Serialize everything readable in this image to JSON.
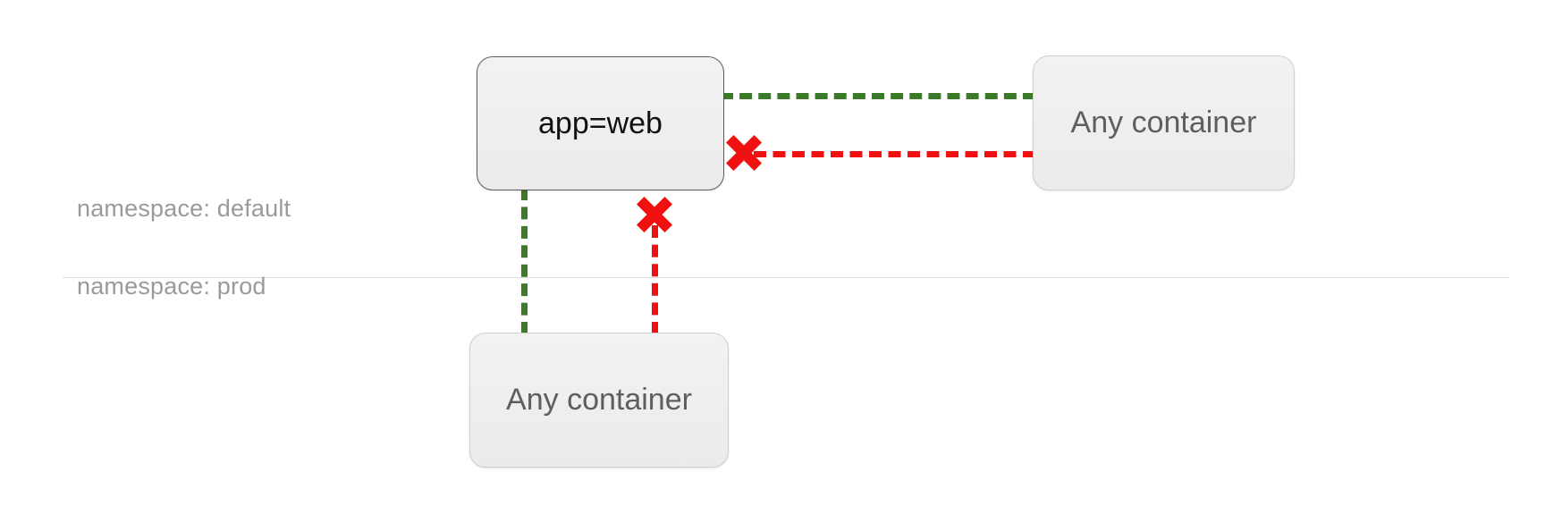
{
  "diagram": {
    "title": "kubernetes-network-policy-namespace-diagram",
    "colors": {
      "allow": "#3b7a28",
      "deny": "#f01010",
      "node_fill": "#efefef",
      "node_border_primary": "#5c5c5c",
      "node_border_secondary": "#cfcfcf",
      "label_text": "#9a9a9a",
      "divider": "#dcdcdc",
      "background": "#ffffff"
    },
    "namespaces": [
      {
        "id": "default",
        "label": "namespace: default"
      },
      {
        "id": "prod",
        "label": "namespace: prod"
      }
    ],
    "nodes": [
      {
        "id": "selector",
        "label": "app=web",
        "namespace": "default",
        "role": "primary"
      },
      {
        "id": "peer-default",
        "label": "Any container",
        "namespace": "default",
        "role": "secondary"
      },
      {
        "id": "peer-prod",
        "label": "Any container",
        "namespace": "prod",
        "role": "secondary"
      }
    ],
    "edges": [
      {
        "id": "selector-to-peer-default-allow",
        "from": "selector",
        "to": "peer-default",
        "verdict": "allow",
        "style": "dashed",
        "orientation": "horizontal"
      },
      {
        "id": "selector-to-peer-default-deny",
        "from": "selector",
        "to": "peer-default",
        "verdict": "deny",
        "style": "dashed",
        "orientation": "horizontal"
      },
      {
        "id": "selector-to-peer-prod-allow",
        "from": "selector",
        "to": "peer-prod",
        "verdict": "allow",
        "style": "dashed",
        "orientation": "vertical"
      },
      {
        "id": "selector-to-peer-prod-deny",
        "from": "selector",
        "to": "peer-prod",
        "verdict": "deny",
        "style": "dashed",
        "orientation": "vertical"
      }
    ],
    "markers": [
      {
        "id": "deny-marker-horizontal",
        "glyph": "x-cross",
        "on_edge": "selector-to-peer-default-deny"
      },
      {
        "id": "deny-marker-vertical",
        "glyph": "x-cross",
        "on_edge": "selector-to-peer-prod-deny"
      }
    ]
  }
}
